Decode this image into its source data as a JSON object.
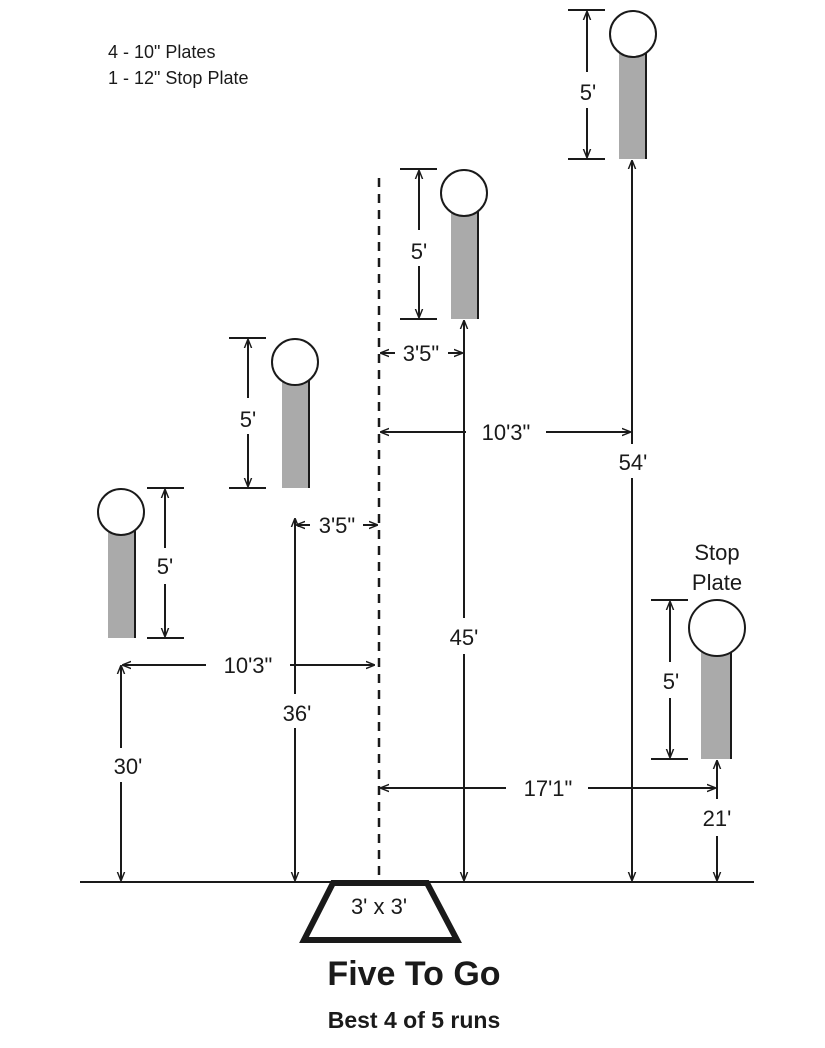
{
  "notes": [
    "4 - 10\" Plates",
    "1 - 12\" Stop Plate"
  ],
  "title": "Five To Go",
  "subtitle": "Best 4 of 5 runs",
  "box_label": "3' x 3'",
  "stop_plate_label": [
    "Stop",
    "Plate"
  ],
  "plate_height_label": "5'",
  "distances": {
    "plate1_height": "30'",
    "plate2_height": "36'",
    "plate3_height": "45'",
    "plate4_height": "54'",
    "stop_height": "21'",
    "plate1_offset": "10'3\"",
    "plate2_offset": "3'5\"",
    "plate3_offset": "3'5\"",
    "plate4_offset": "10'3\"",
    "stop_offset": "17'1\""
  },
  "colors": {
    "post": "#aaaaaa",
    "line": "#1a1a1a",
    "plate_fill": "#ffffff"
  }
}
